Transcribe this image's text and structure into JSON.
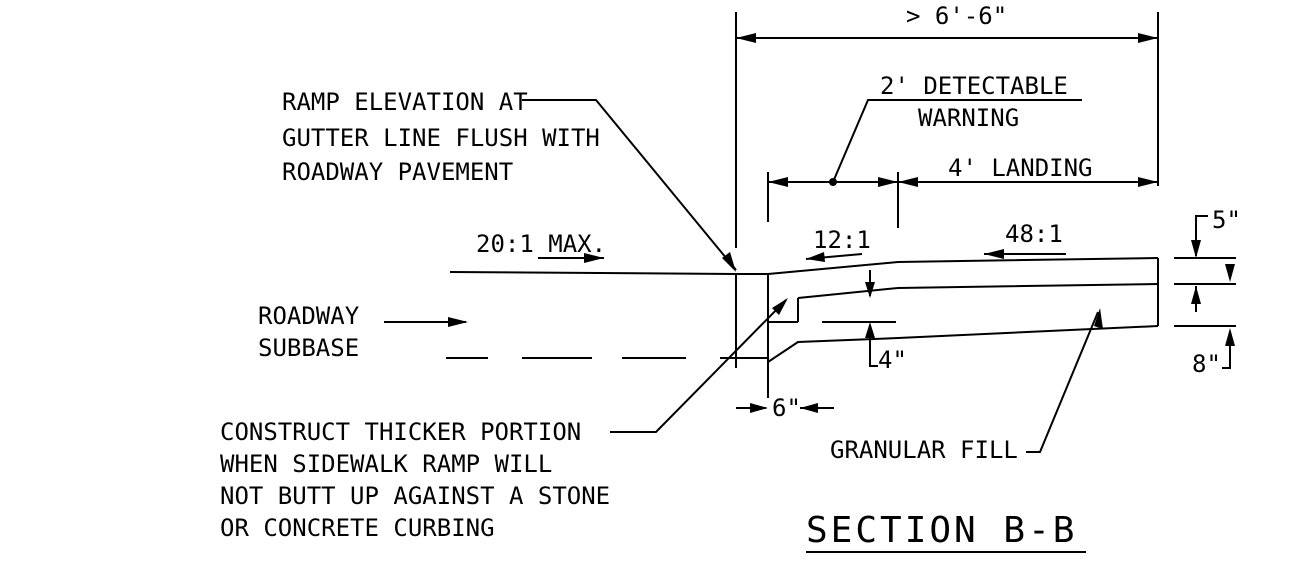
{
  "diagram": {
    "overall_dim": "> 6'-6\"",
    "detectable_warning_line1": "2' DETECTABLE",
    "detectable_warning_line2": "WARNING",
    "landing": "4' LANDING",
    "slope_ramp": "12:1",
    "slope_landing": "48:1",
    "slope_road_ratio": "20:1",
    "slope_road_max": "MAX.",
    "ramp_elev_line1": "RAMP ELEVATION AT",
    "ramp_elev_line2": "GUTTER LINE FLUSH WITH",
    "ramp_elev_line3": "ROADWAY PAVEMENT",
    "roadway_line1": "ROADWAY",
    "roadway_line2": "SUBBASE",
    "construct_line1": "CONSTRUCT THICKER PORTION",
    "construct_line2": "WHEN SIDEWALK RAMP WILL",
    "construct_line3": "NOT BUTT UP AGAINST A STONE",
    "construct_line4": "OR CONCRETE CURBING",
    "dim_5": "5\"",
    "dim_8": "8\"",
    "dim_4": "4\"",
    "dim_6": "6\"",
    "granular_fill": "GRANULAR FILL",
    "section_title": "SECTION B-B"
  }
}
